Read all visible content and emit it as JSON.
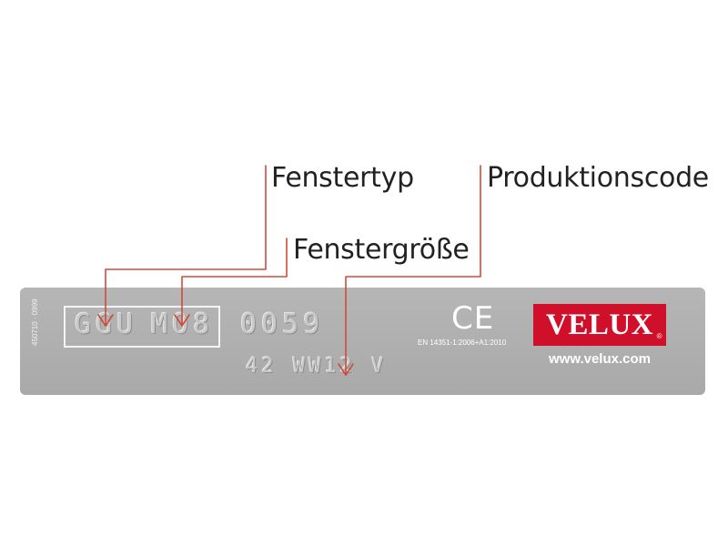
{
  "callouts": {
    "window_type": "Fenstertyp",
    "window_size": "Fenstergröße",
    "production_code": "Produktionscode"
  },
  "plate": {
    "side_code": "450710 · 0999",
    "type_code": "GGU",
    "size_code": "MO8",
    "number": "0059",
    "production_line": "42 WW12 V",
    "ce_mark": "CE",
    "standard": "EN 14351-1:2006+A1:2010",
    "brand": "VELUX",
    "registered_symbol": "®",
    "website": "www.velux.com"
  },
  "colors": {
    "plate": "#adadad",
    "brand_red": "#d0102a",
    "callout_line": "#d04a3a"
  }
}
